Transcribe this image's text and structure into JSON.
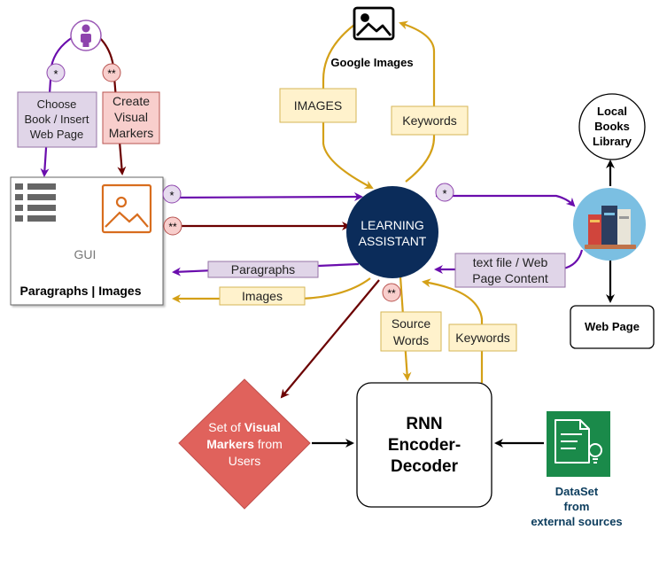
{
  "colors": {
    "purple": "#6a0dad",
    "maroon": "#6b0000",
    "gold": "#d4a017",
    "navy": "#0b2c5a",
    "red_diamond": "#e0625c",
    "green": "#1a8a4a",
    "purple_box": "#e0d5e8",
    "pink_box": "#f8cecc",
    "yellow_box": "#fff2cc"
  },
  "user": {
    "icon": "person-icon"
  },
  "markers": {
    "single": "*",
    "double": "**"
  },
  "labels": {
    "choose_book": [
      "Choose",
      "Book / Insert",
      "Web Page"
    ],
    "create_markers": [
      "Create",
      "Visual",
      "Markers"
    ],
    "images_up": "IMAGES",
    "keywords_up": "Keywords",
    "google_images": "Google Images",
    "paragraphs": "Paragraphs",
    "images_out": "Images",
    "text_file": [
      "text file / Web",
      "Page Content"
    ],
    "source_words": [
      "Source",
      "Words"
    ],
    "keywords_down": "Keywords"
  },
  "gui": {
    "title": "GUI",
    "caption": "Paragraphs | Images",
    "icons": [
      "list-icon",
      "image-icon"
    ]
  },
  "assistant": {
    "lines": [
      "LEARNING",
      "ASSISTANT"
    ]
  },
  "local_library": {
    "lines": [
      "Local",
      "Books",
      "Library"
    ]
  },
  "books": {
    "icon": "books-icon"
  },
  "web_page": {
    "label": "Web Page"
  },
  "rnn": {
    "lines": [
      "RNN",
      "Encoder-",
      "Decoder"
    ]
  },
  "visual_markers": {
    "lines": [
      [
        {
          "t": "Set of ",
          "b": false
        },
        {
          "t": "Visual",
          "b": true
        }
      ],
      [
        {
          "t": "Markers",
          "b": true
        },
        {
          "t": " from",
          "b": false
        }
      ],
      [
        {
          "t": "Users",
          "b": false
        }
      ]
    ]
  },
  "dataset": {
    "icon": "dataset-icon",
    "lines": [
      "DataSet",
      "from",
      "external sources"
    ]
  }
}
